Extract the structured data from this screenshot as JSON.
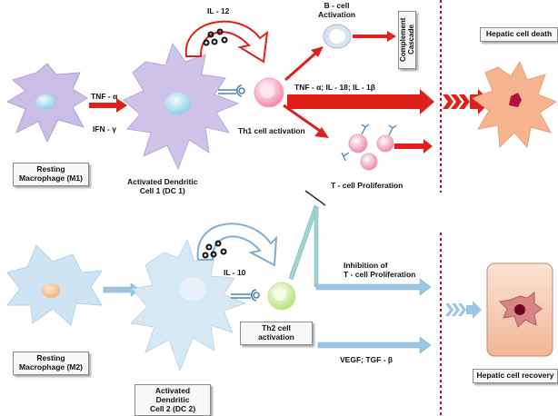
{
  "top": {
    "il12": "IL - 12",
    "bcell_line1": "B - cell",
    "bcell_line2": "Activation",
    "complement_line1": "Complement",
    "complement_line2": "Cascade",
    "hepatic_death": "Hepatic cell death",
    "tnf_alpha": "TNF - α",
    "ifn_gamma": "IFN - γ",
    "tnf_il18_il1b": "TNF - α; IL - 18; IL - 1β",
    "th1_activation": "Th1 cell activation",
    "resting_m1_line1": "Resting",
    "resting_m1_line2": "Macrophage (M1)",
    "dc1_line1": "Activated Dendritic",
    "dc1_line2": "Cell 1 (DC 1)",
    "tcell_proliferation": "T - cell Proliferation"
  },
  "bottom": {
    "il10": "IL - 10",
    "inhibition_line1": "Inhibition of",
    "inhibition_line2": "T - cell Proliferation",
    "th2_activation": "Th2 cell activation",
    "resting_m2_line1": "Resting",
    "resting_m2_line2": "Macrophage (M2)",
    "vegf_tgf": "VEGF; TGF - β",
    "hepatic_recovery": "Hepatic cell recovery",
    "dc2_line1": "Activated Dendritic",
    "dc2_line2": "Cell 2 (DC 2)"
  },
  "colors": {
    "red_arrow": "#e0201b",
    "blue_arrow": "#9cc6e4",
    "divider": "#a01624",
    "m1_cell": "#c9bde6",
    "dc1_cell": "#cfc3ea",
    "m2_cell": "#cfe4f3",
    "dc2_cell": "#d7e8f5",
    "hepatocyte_dead": "#f6b48f",
    "hepatocyte_recovery": "#f3c3a6"
  }
}
